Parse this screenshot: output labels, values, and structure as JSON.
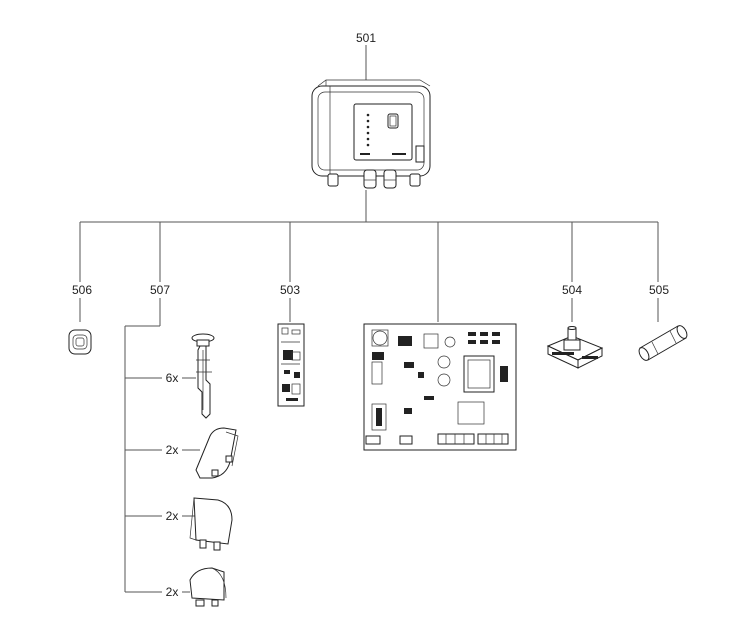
{
  "diagram": {
    "labels": {
      "control_unit": "501",
      "main_board": "",
      "part_506": "506",
      "part_507": "507",
      "part_503": "503",
      "part_504": "504",
      "part_505": "505"
    },
    "quantities": {
      "clip": "6x",
      "cover_a": "2x",
      "cover_b": "2x",
      "cover_c": "2x"
    }
  }
}
